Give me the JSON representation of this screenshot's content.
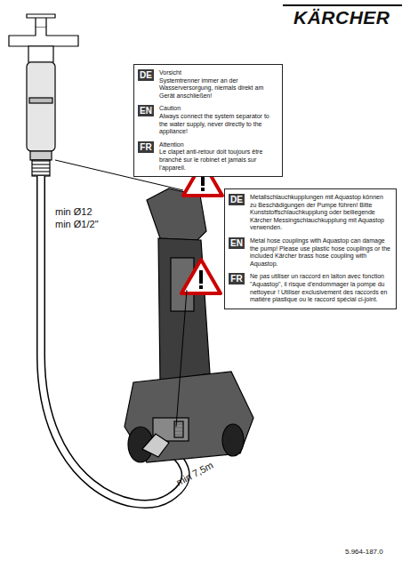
{
  "diagram": {
    "nodes": [
      {
        "text": [
          "DE",
          "Vorsicht",
          "Systemtrenner immer an der Wasserversorgung, niemals direkt am Gerät anschließen!",
          "EN",
          "Caution",
          "Always connect the system separator to the water supply, never directly to the appliance!",
          "FR",
          "Attention",
          "Le clapet anti-retour doit toujours être branché sur le robinet et jamais sur l'appareil."
        ]
      },
      {
        "text": [
          "DE",
          "Metallschlauchkupplungen mit Aquastop können zu Beschädigungen der Pumpe führen! Bitte Kunststoffschlauchkupplung oder beiliegende Kärcher Messingschlauchkupplung mit Aquastop verwenden.",
          "EN",
          "Metal hose couplings with Aquastop can damage the pump! Please use plastic hose couplings or the included Kärcher brass hose coupling with Aquastop.",
          "FR",
          "Ne pas utiliser un raccord en laiton avec fonction \"Aquastop\", il risque d'endommager la pompe du nettoyeur ! Utiliser exclusivement des raccords en matière plastique ou le raccord spécial ci-joint."
        ]
      }
    ],
    "labels": [
      "KÄRCHER",
      "min Ø12",
      "min Ø1/2\"",
      "min 7,5m",
      "5.964-187.0"
    ]
  }
}
